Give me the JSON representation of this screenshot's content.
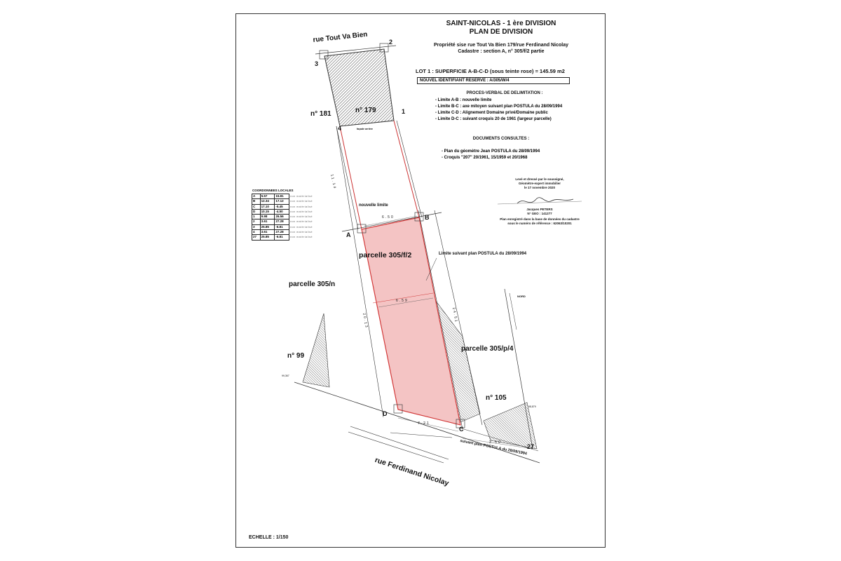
{
  "header": {
    "title": "SAINT-NICOLAS - 1 ère DIVISION",
    "subtitle": "PLAN DE DIVISION",
    "property_line1": "Propriété sise rue Tout Va Bien 179/rue Ferdinand Nicolay",
    "property_line2": "Cadastre : section A,  n° 305/f/2 partie",
    "lot": "LOT 1 : SUPERFICIE A-B-C-D (sous teinte rose) = 145.59 m2",
    "new_identifier": "NOUVEL IDENTIFIANT RESERVE : A/305/W/4"
  },
  "proces_verbal": {
    "title": "PROCES-VERBAL DE DELIMITATION :",
    "items": [
      "- Limite A-B : nouvelle limite",
      "- Limite B-C : axe mitoyen suivant plan POSTULA du 28/09/1994",
      "- Limite C-D : Alignement Domaine privé/Domaine public",
      "- Limite D-C : suivant croquis 20 de 1961 (largeur parcelle)"
    ]
  },
  "documents": {
    "title": "DOCUMENTS CONSULTES :",
    "items": [
      "- Plan du géomètre Jean POSTULA du 28/09/1994",
      "- Croquis \"207\" 20/1961, 15/1959 et 20/1968"
    ]
  },
  "signature": {
    "line1": "Levé et dressé par le soussigné,",
    "line2": "Géomètre-expert immobilier",
    "line3": "le 17 novembre 2020",
    "name": "Jacques PETERS",
    "number": "N° GEO : 141277",
    "registry1": "Plan enregistré dans la base de données du cadastre",
    "registry2": "sous le numéro de référence : 62063/10201"
  },
  "coordinates": {
    "title": "COORDONNEES LOCALES",
    "rows": [
      {
        "pt": "A",
        "x": "5.57",
        "y": "15.81",
        "note": "non matérialisé"
      },
      {
        "pt": "B",
        "x": "12.34",
        "y": "17.12",
        "note": "non matérialisé"
      },
      {
        "pt": "C",
        "x": "17.10",
        "y": "-5.45",
        "note": "non matérialisé"
      },
      {
        "pt": "D",
        "x": "10.15",
        "y": "-4.50",
        "note": "non matérialisé"
      },
      {
        "pt": "1",
        "x": "9.98",
        "y": "26.56",
        "note": "non matérialisé"
      },
      {
        "pt": "2",
        "x": "3.61",
        "y": "27.28",
        "note": "non matérialisé"
      },
      {
        "pt": "3",
        "x": "25.85",
        "y": "-6.81",
        "note": "non matérialisé"
      },
      {
        "pt": "4",
        "x": "3.61",
        "y": "27.28",
        "note": "non matérialisé"
      },
      {
        "pt": "27",
        "x": "25.85",
        "y": "-6.81",
        "note": "non matérialisé"
      }
    ]
  },
  "map_labels": {
    "street_top": "rue Tout Va Bien",
    "street_bottom": "rue Ferdinand Nicolay",
    "n181": "n° 181",
    "n179": "n° 179",
    "n99": "n° 99",
    "n105": "n° 105",
    "parcel_main": "parcelle 305/f/2",
    "parcel_left": "parcelle 305/n",
    "parcel_right": "parcelle 305/p/4",
    "nouvelle_limite": "nouvelle limite",
    "limite_postula": "Limite suivant plan POSTULA du 28/09/1994",
    "suivant_plan": "suivant plan POSTULA du 28/09/1994",
    "nord": "NORD",
    "facade": "façade arrière",
    "alt_left": "99,367",
    "alt_right": "98,879"
  },
  "points": {
    "A": "A",
    "B": "B",
    "C": "C",
    "D": "D",
    "p1": "1",
    "p2": "2",
    "p3": "3",
    "p4": "4",
    "p27": "27"
  },
  "dimensions": {
    "ab": "6.50",
    "mid": "6.59",
    "dc": "7.21",
    "c27": "3.50",
    "left_top": "11.14",
    "left_main": "20.13",
    "right_main": "24.51"
  },
  "scale": "ECHELLE : 1/150",
  "colors": {
    "lot_fill": "#f4c4c4",
    "lot_stroke": "#d23a3a",
    "hatch": "#555555"
  }
}
